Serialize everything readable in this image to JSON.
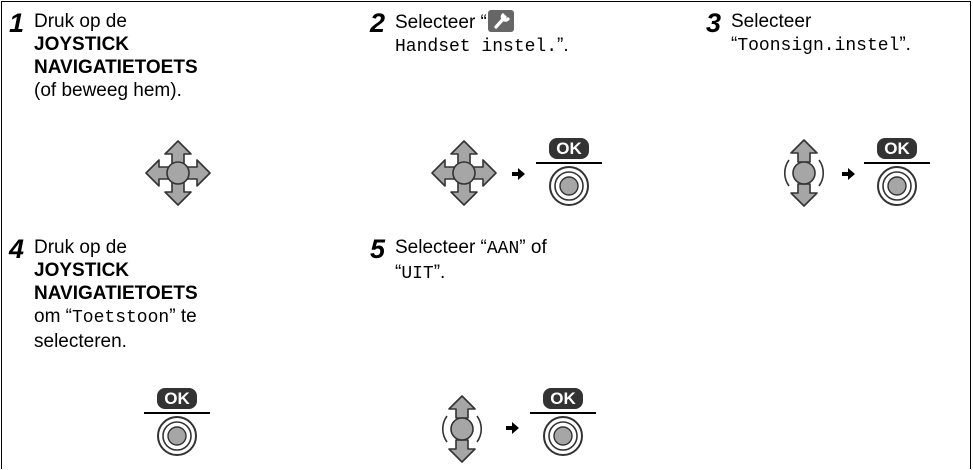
{
  "steps": [
    {
      "number": "1",
      "lines": [
        "Druk op de",
        "JOYSTICK",
        "NAVIGATIETOETS",
        "(of beweeg hem)."
      ]
    },
    {
      "number": "2",
      "text_before": "Selecteer “",
      "icon": "settings-tool-icon",
      "mono": "Handset instel.",
      "text_after": "”."
    },
    {
      "number": "3",
      "text": "Selecteer",
      "mono": "Toonsign.instel",
      "open_quote": "“",
      "text_after": "”."
    },
    {
      "number": "4",
      "lines": [
        "Druk op de",
        "JOYSTICK",
        "NAVIGATIETOETS"
      ],
      "text_om": "om “",
      "mono": "Toetstoon",
      "text_te": "” te",
      "last": "selecteren."
    },
    {
      "number": "5",
      "text_before": "Selecteer “",
      "mono1": "AAN",
      "text_mid": "” of",
      "open_quote": "“",
      "mono2": "UIT",
      "text_after": "”."
    }
  ],
  "ok_label": "OK",
  "icons": {
    "joystick_4way": "joystick-four-way-icon",
    "joystick_updown": "joystick-up-down-icon",
    "arrow": "arrow-right-icon",
    "ok_button": "ok-button-icon"
  },
  "colors": {
    "icon_gray": "#a6a6a6",
    "dark": "#333333"
  }
}
